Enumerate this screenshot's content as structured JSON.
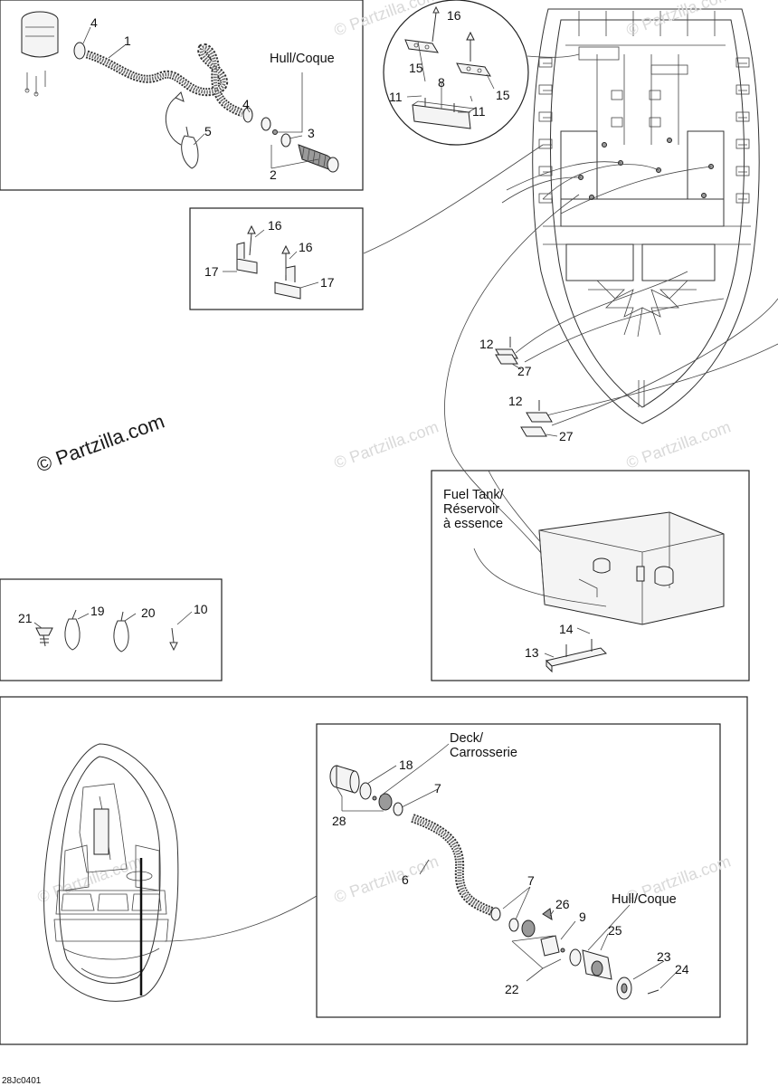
{
  "watermark": {
    "main": "© Partzilla.com",
    "faint": "© Partzilla.com"
  },
  "callouts": {
    "hull_coque": "Hull/Coque",
    "fuel_tank_1": "Fuel Tank/",
    "fuel_tank_2": "Réservoir",
    "fuel_tank_3": "à essence",
    "deck_1": "Deck/",
    "deck_2": "Carrosserie",
    "hull_coque_2": "Hull/Coque"
  },
  "drawing_code": "28Jc0401",
  "part_numbers": {
    "p1": "1",
    "p2": "2",
    "p3": "3",
    "p4a": "4",
    "p4b": "4",
    "p5": "5",
    "p6": "6",
    "p7a": "7",
    "p7b": "7",
    "p8": "8",
    "p9": "9",
    "p10": "10",
    "p11a": "11",
    "p11b": "11",
    "p12a": "12",
    "p12b": "12",
    "p13": "13",
    "p14": "14",
    "p15a": "15",
    "p15b": "15",
    "p16a": "16",
    "p16b": "16",
    "p16c": "16",
    "p17a": "17",
    "p17b": "17",
    "p18": "18",
    "p19": "19",
    "p20": "20",
    "p21": "21",
    "p22": "22",
    "p23": "23",
    "p24": "24",
    "p25": "25",
    "p26": "26",
    "p27a": "27",
    "p27b": "27",
    "p28": "28"
  }
}
